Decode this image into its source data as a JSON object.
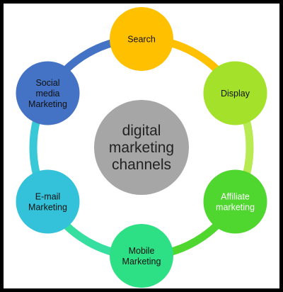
{
  "center": {
    "lines": [
      "digital",
      "marketing",
      "channels"
    ],
    "color": "#a6a6a6",
    "text_color": "#222222"
  },
  "nodes": [
    {
      "id": "search",
      "lines": [
        "Search"
      ],
      "color": "#ffc000",
      "text_color": "#111111"
    },
    {
      "id": "display",
      "lines": [
        "Display"
      ],
      "color": "#a4e12a",
      "text_color": "#111111"
    },
    {
      "id": "affiliate",
      "lines": [
        "Affiliate",
        "marketing"
      ],
      "color": "#4fd62f",
      "text_color": "#ffffff"
    },
    {
      "id": "mobile",
      "lines": [
        "Mobile",
        "Marketing"
      ],
      "color": "#2ee085",
      "text_color": "#111111"
    },
    {
      "id": "email",
      "lines": [
        "E-mail",
        "Marketing"
      ],
      "color": "#33c2d9",
      "text_color": "#111111"
    },
    {
      "id": "social",
      "lines": [
        "Social",
        "media",
        "Marketing"
      ],
      "color": "#4472c4",
      "text_color": "#111111"
    }
  ],
  "connectors": [
    {
      "from": "search",
      "to": "display",
      "color": "#ffc000"
    },
    {
      "from": "display",
      "to": "affiliate",
      "color": "#b8ea52"
    },
    {
      "from": "affiliate",
      "to": "mobile",
      "color": "#4fd62f"
    },
    {
      "from": "mobile",
      "to": "email",
      "color": "#36dfa0"
    },
    {
      "from": "email",
      "to": "social",
      "color": "#39c8d8"
    },
    {
      "from": "social",
      "to": "search",
      "color": "#4472c4"
    }
  ]
}
